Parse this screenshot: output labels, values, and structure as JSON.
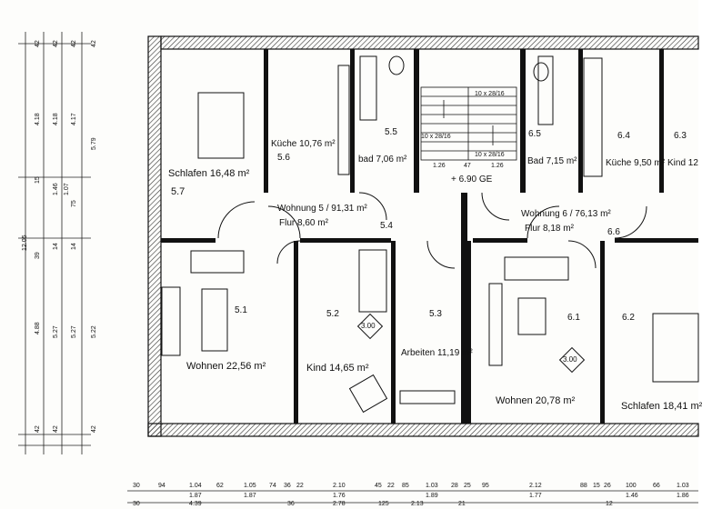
{
  "rooms": [
    {
      "id": "schlafen-5",
      "name": "Schlafen 16,48 m²",
      "num": "5.7"
    },
    {
      "id": "kueche-5",
      "name": "Küche 10,76 m²",
      "num": "5.6"
    },
    {
      "id": "bad-5",
      "name": "bad 7,06 m²",
      "num": "5.5"
    },
    {
      "id": "bad-6",
      "name": "Bad 7,15 m²",
      "num": "6.5"
    },
    {
      "id": "kueche-6",
      "name": "Küche 9,50 m²",
      "num": "6.4"
    },
    {
      "id": "kind-6",
      "name": "Kind 12",
      "num": "6.3"
    },
    {
      "id": "wohnung-5",
      "name": "Wohnung 5 / 91,31 m²",
      "num": ""
    },
    {
      "id": "flur-5",
      "name": "Flur 8,60 m²",
      "num": "5.4"
    },
    {
      "id": "wohnung-6",
      "name": "Wohnung 6 / 76,13 m²",
      "num": ""
    },
    {
      "id": "flur-6",
      "name": "Flur 8,18 m²",
      "num": "6.6"
    },
    {
      "id": "wohnen-5",
      "name": "Wohnen 22,56 m²",
      "num": "5.1"
    },
    {
      "id": "kind-5",
      "name": "Kind 14,65 m²",
      "num": "5.2"
    },
    {
      "id": "arbeiten-5",
      "name": "Arbeiten 11,19 m²",
      "num": "5.3"
    },
    {
      "id": "wohnen-6",
      "name": "Wohnen 20,78 m²",
      "num": "6.1"
    },
    {
      "id": "schlafen-6",
      "name": "Schlafen 18,41 m²",
      "num": "6.2"
    }
  ],
  "stairs": {
    "step_top_left": "10 x 28/16",
    "step_top_right": "10 x 28/16",
    "step_bottom_right": "10 x 28/16",
    "landing_left": "1.26",
    "landing_mid": "47",
    "landing_right": "1.26",
    "level": "+ 6.90 GE"
  },
  "heights": {
    "left": "3.00",
    "right": "3.00"
  },
  "dims_left_top": [
    "42",
    "42",
    "42",
    "42"
  ],
  "dims_left_mid": [
    "4.18",
    "4.18",
    "4.17",
    "5.79"
  ],
  "dims_left_small": [
    "15",
    "1.46",
    "1.07",
    "75"
  ],
  "dims_left_low": [
    "39",
    "14",
    "14"
  ],
  "dims_left_big": [
    "12.05",
    "4.88",
    "5.27",
    "5.27",
    "5.22"
  ],
  "dims_left_bottom": [
    "42",
    "42",
    "42"
  ],
  "dims_bottom_row1": [
    "30",
    "94",
    "1.04",
    "62",
    "1.05",
    "74",
    "36",
    "22",
    "2.10",
    "45",
    "22",
    "85",
    "1.03",
    "28",
    "25",
    "95",
    "2.12",
    "88",
    "15",
    "26",
    "100",
    "66",
    "1.03"
  ],
  "dims_bottom_row2": [
    "1.87",
    "1.87",
    "1.76",
    "1.89",
    "1.77",
    "1.46",
    "1.86"
  ],
  "dims_bottom_row3": [
    "30",
    "4.39",
    "36",
    "2.78",
    "125",
    "2.13",
    "21",
    "12"
  ]
}
